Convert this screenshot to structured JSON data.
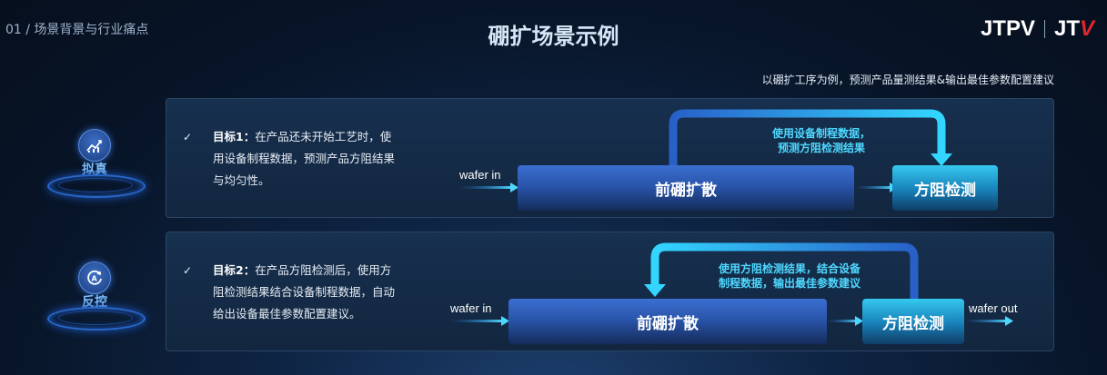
{
  "header": {
    "breadcrumb": "01 / 场景背景与行业痛点",
    "title": "硼扩场景示例",
    "logo_left": "JTPV",
    "logo_right_text": "JT",
    "logo_right_mark": "V",
    "subtitle": "以硼扩工序为例，预测产品量测结果&输出最佳参数配置建议"
  },
  "rows": [
    {
      "side_label": "拟真",
      "icon": "trend-chart-icon",
      "check": "✓",
      "goal_label": "目标1：",
      "goal_text": "在产品还未开始工艺时，使用设备制程数据，预测产品方阻结果与均匀性。",
      "wafer_in": "wafer in",
      "process_box": "前硼扩散",
      "detect_box": "方阻检测",
      "loop_text_1": "使用设备制程数据，",
      "loop_text_2": "预测方阻检测结果"
    },
    {
      "side_label": "反控",
      "icon": "auto-control-icon",
      "check": "✓",
      "goal_label": "目标2：",
      "goal_text": "在产品方阻检测后，使用方阻检测结果结合设备制程数据，自动给出设备最佳参数配置建议。",
      "wafer_in": "wafer in",
      "wafer_out": "wafer out",
      "process_box": "前硼扩散",
      "detect_box": "方阻检测",
      "loop_text_1": "使用方阻检测结果，结合设备",
      "loop_text_2": "制程数据，输出最佳参数建议"
    }
  ],
  "colors": {
    "accent_cyan": "#4fd8ff",
    "side_label": "#7ec0ff",
    "logo_red": "#e3262b"
  }
}
